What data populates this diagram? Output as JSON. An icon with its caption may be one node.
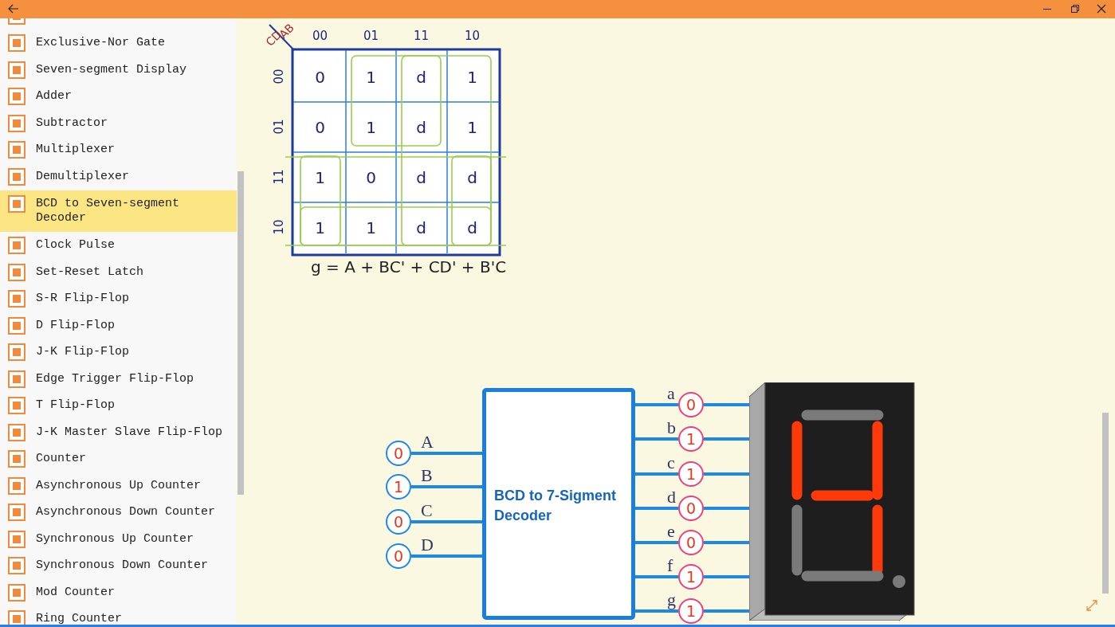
{
  "diagram": {
    "nodes": [
      {
        "text": [
          "BCD to 7-Sigment Decoder"
        ]
      },
      {
        "text": [
          "0"
        ]
      },
      {
        "text": [
          "1"
        ]
      },
      {
        "text": [
          "0"
        ]
      },
      {
        "text": [
          "0"
        ]
      },
      {
        "text": [
          "0"
        ]
      },
      {
        "text": [
          "1"
        ]
      },
      {
        "text": [
          "1"
        ]
      },
      {
        "text": [
          "0"
        ]
      },
      {
        "text": [
          "0"
        ]
      },
      {
        "text": [
          "1"
        ]
      },
      {
        "text": [
          "1"
        ]
      },
      {
        "text": [],
        "shape": "picture"
      }
    ],
    "edges": [
      {
        "from": 1,
        "to": 0,
        "arrow": "none",
        "label": "A"
      },
      {
        "from": 2,
        "to": 0,
        "arrow": "none",
        "label": "B"
      },
      {
        "from": 3,
        "to": 0,
        "arrow": "none",
        "label": "C"
      },
      {
        "from": 4,
        "to": 0,
        "arrow": "none",
        "label": "D"
      },
      {
        "from": 0,
        "to": 5,
        "arrow": "none",
        "label": "a"
      },
      {
        "from": 0,
        "to": 6,
        "arrow": "none",
        "label": "b"
      },
      {
        "from": 0,
        "to": 7,
        "arrow": "none",
        "label": "c"
      },
      {
        "from": 0,
        "to": 8,
        "arrow": "none",
        "label": "d"
      },
      {
        "from": 0,
        "to": 9,
        "arrow": "none",
        "label": "e"
      },
      {
        "from": 0,
        "to": 10,
        "arrow": "none",
        "label": "f"
      },
      {
        "from": 0,
        "to": 11,
        "arrow": "none",
        "label": "g"
      },
      {
        "from": 5,
        "to": 12,
        "arrow": "none"
      },
      {
        "from": 6,
        "to": 12,
        "arrow": "none"
      },
      {
        "from": 7,
        "to": 12,
        "arrow": "none"
      },
      {
        "from": 8,
        "to": 12,
        "arrow": "none"
      },
      {
        "from": 9,
        "to": 12,
        "arrow": "none"
      },
      {
        "from": 10,
        "to": 12,
        "arrow": "none"
      },
      {
        "from": 11,
        "to": 12,
        "arrow": "none"
      }
    ],
    "labels": [
      "Exclusive-Nor Gate",
      "Seven-segment Display",
      "Adder",
      "Subtractor",
      "Multiplexer",
      "Demultiplexer",
      "BCD to Seven-segment Decoder",
      "Clock Pulse",
      "Set-Reset Latch",
      "S-R Flip-Flop",
      "D Flip-Flop",
      "J-K Flip-Flop",
      "Edge Trigger Flip-Flop",
      "T Flip-Flop",
      "J-K Master Slave Flip-Flop",
      "Counter",
      "Asynchronous Up Counter",
      "Asynchronous Down Counter",
      "Synchronous Up Counter",
      "Synchronous Down Counter",
      "Mod Counter",
      "Ring Counter",
      "CD",
      "AB",
      "00",
      "01",
      "11",
      "10",
      "00",
      "0",
      "1",
      "d",
      "1",
      "01",
      "0",
      "1",
      "d",
      "1",
      "11",
      "1",
      "0",
      "d",
      "d",
      "10",
      "1",
      "1",
      "d",
      "d",
      "g = A + BC' + CD' + B'C"
    ]
  }
}
